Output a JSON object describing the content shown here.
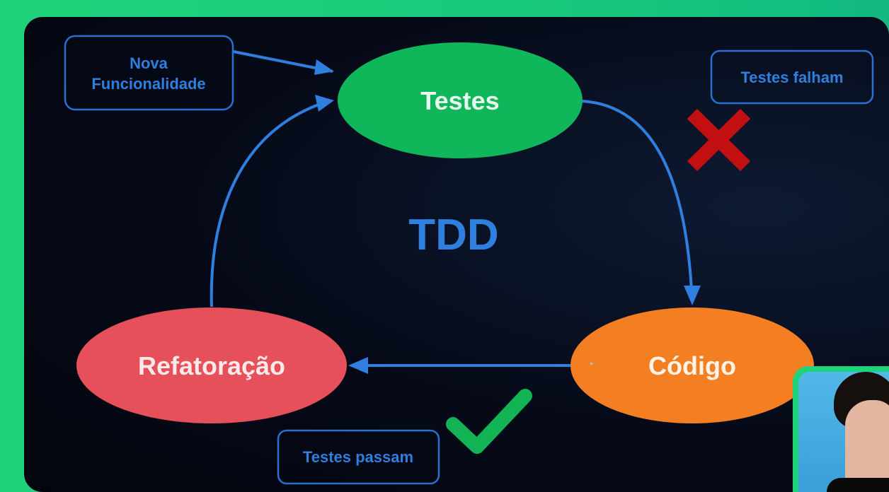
{
  "diagram": {
    "title": "TDD",
    "nodes": {
      "testes": "Testes",
      "codigo": "Código",
      "refatoracao": "Refatoração"
    },
    "notes": {
      "nova_funcionalidade_line1": "Nova",
      "nova_funcionalidade_line2": "Funcionalidade",
      "testes_falham": "Testes falham",
      "testes_passam": "Testes passam"
    },
    "colors": {
      "testes": "#0fb65a",
      "codigo": "#f47f22",
      "refatoracao": "#e5505a",
      "arrow": "#2f7fde",
      "title": "#2f7fde",
      "note_border": "#2a6fd1",
      "cross": "#c20f12",
      "check": "#12b456",
      "frame": "#1fd37a"
    },
    "icons": [
      "cross-icon",
      "check-icon"
    ]
  }
}
